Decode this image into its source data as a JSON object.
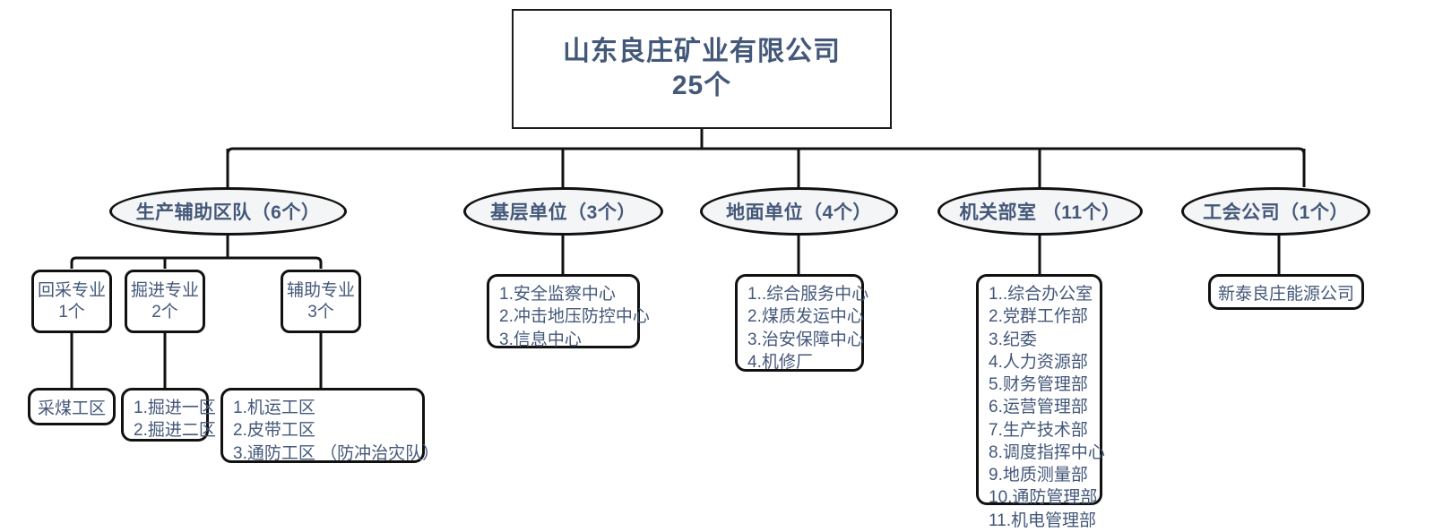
{
  "theme": {
    "text_color": "#44587a",
    "line_color": "#111111",
    "node_fill": "#ffffff",
    "ellipse_fill": "#f4f5f6",
    "background": "#ffffff"
  },
  "root": {
    "title_line1": "山东良庄矿业有限公司",
    "title_line2": "25个"
  },
  "branches": [
    {
      "id": "production-support",
      "label": "生产辅助区队（6个）",
      "subgroups": [
        {
          "id": "recovery-specialty",
          "label_line1": "回采专业",
          "label_line2": "1个",
          "leaf": {
            "id": "coal-mining-district",
            "items": [
              "采煤工区"
            ]
          }
        },
        {
          "id": "excavation-specialty",
          "label_line1": "掘进专业",
          "label_line2": "2个",
          "leaf": {
            "id": "excavation-districts",
            "items": [
              "1.掘进一区",
              "2.掘进二区"
            ]
          }
        },
        {
          "id": "auxiliary-specialty",
          "label_line1": "辅助专业",
          "label_line2": "3个",
          "leaf": {
            "id": "auxiliary-districts",
            "items": [
              "1.机运工区",
              "2.皮带工区",
              "3.通防工区 （防冲治灾队）"
            ]
          }
        }
      ]
    },
    {
      "id": "grassroots-units",
      "label": "基层单位（3个）",
      "leaf": {
        "id": "grassroots-list",
        "items": [
          "1.安全监察中心",
          "2.冲击地压防控中心",
          "3.信息中心"
        ]
      }
    },
    {
      "id": "surface-units",
      "label": "地面单位（4个）",
      "leaf": {
        "id": "surface-list",
        "items": [
          "1..综合服务中心",
          "2.煤质发运中心",
          "3.治安保障中心",
          "4.机修厂"
        ]
      }
    },
    {
      "id": "administrative-departments",
      "label": "机关部室 （11个）",
      "leaf": {
        "id": "administrative-list",
        "items": [
          "1..综合办公室",
          "2.党群工作部",
          "3.纪委",
          "4.人力资源部",
          "5.财务管理部",
          "6.运营管理部",
          "7.生产技术部",
          "8.调度指挥中心",
          "9.地质测量部",
          "10.通防管理部",
          "11.机电管理部"
        ]
      }
    },
    {
      "id": "union-company",
      "label": "工会公司（1个）",
      "leaf": {
        "id": "union-list",
        "items": [
          "新泰良庄能源公司"
        ]
      }
    }
  ]
}
